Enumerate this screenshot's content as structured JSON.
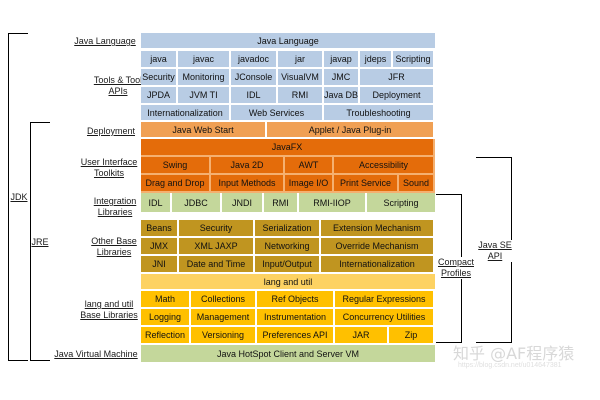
{
  "side_labels": {
    "jdk": "JDK",
    "jre": "JRE",
    "compact": "Compact Profiles",
    "java_se_api": "Java SE API"
  },
  "rows_labels": {
    "java_language": "Java Language",
    "tools": "Tools & Tool APIs",
    "deployment": "Deployment",
    "ui_toolkits": "User Interface Toolkits",
    "integration": "Integration Libraries",
    "other_base": "Other Base Libraries",
    "lang_util_base": "lang and util Base Libraries",
    "jvm": "Java Virtual Machine"
  },
  "cells": {
    "java_language": "Java Language",
    "tools_row1": [
      "java",
      "javac",
      "javadoc",
      "jar",
      "javap",
      "jdeps",
      "Scripting"
    ],
    "tools_row2": [
      "Security",
      "Monitoring",
      "JConsole",
      "VisualVM",
      "JMC",
      "JFR"
    ],
    "tools_row3": [
      "JPDA",
      "JVM TI",
      "IDL",
      "RMI",
      "Java DB",
      "Deployment"
    ],
    "tools_row4": [
      "Internationalization",
      "Web Services",
      "Troubleshooting"
    ],
    "deployment": [
      "Java Web Start",
      "Applet / Java Plug-in"
    ],
    "javafx": "JavaFX",
    "ui_row1": [
      "Swing",
      "Java 2D",
      "AWT",
      "Accessibility"
    ],
    "ui_row2": [
      "Drag and Drop",
      "Input Methods",
      "Image I/O",
      "Print Service",
      "Sound"
    ],
    "integration": [
      "IDL",
      "JDBC",
      "JNDI",
      "RMI",
      "RMI-IIOP",
      "Scripting"
    ],
    "other_row1": [
      "Beans",
      "Security",
      "Serialization",
      "Extension Mechanism"
    ],
    "other_row2": [
      "JMX",
      "XML JAXP",
      "Networking",
      "Override Mechanism"
    ],
    "other_row3": [
      "JNI",
      "Date and Time",
      "Input/Output",
      "Internationalization"
    ],
    "lang_util": "lang and util",
    "base_row1": [
      "Math",
      "Collections",
      "Ref Objects",
      "Regular Expressions"
    ],
    "base_row2": [
      "Logging",
      "Management",
      "Instrumentation",
      "Concurrency Utilities"
    ],
    "base_row3": [
      "Reflection",
      "Versioning",
      "Preferences API",
      "JAR",
      "Zip"
    ],
    "jvm": "Java HotSpot Client and Server VM"
  },
  "watermark": "知乎 @AF程序猿",
  "watermark_small": "https://blog.csdn.net/u014647381",
  "colors": {
    "blue": "#b8cce4",
    "orange_light": "#f0a054",
    "orange_dark": "#e46c0a",
    "gold": "#c09520",
    "yellow": "#ffc000",
    "yellow_light": "#fdd262",
    "green": "#c4d79b"
  }
}
